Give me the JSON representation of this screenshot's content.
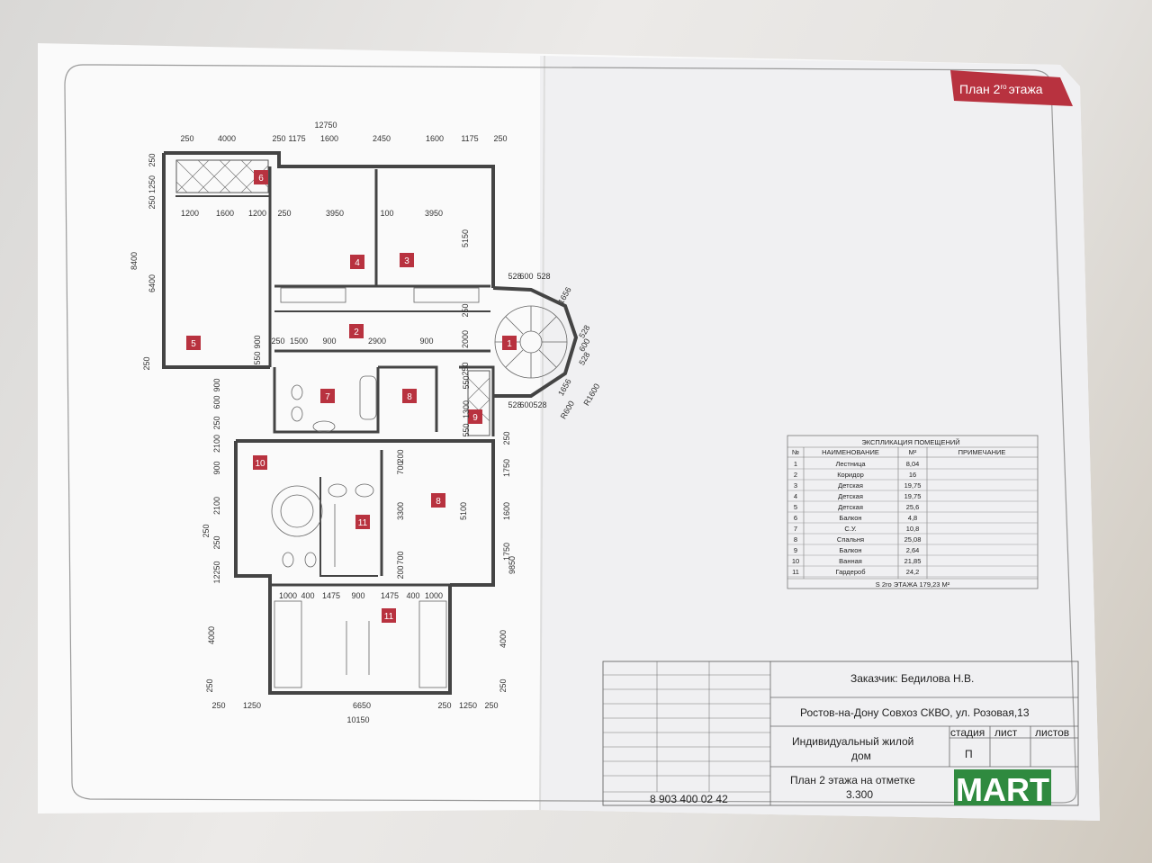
{
  "sheet": {
    "title": "План 2",
    "title_sup": "ro",
    "title_tail": "этажа"
  },
  "dimensions": {
    "top_total": "12750",
    "top_row": [
      "250",
      "4000",
      "250",
      "1175",
      "1600",
      "2450",
      "1600",
      "1175",
      "250"
    ],
    "row2": [
      "1200",
      "1600",
      "1200",
      "250",
      "3950",
      "100",
      "3950"
    ],
    "left_v": [
      "250",
      "1250",
      "250",
      "8400",
      "6400",
      "250"
    ],
    "corridor": [
      "250",
      "1500",
      "900",
      "2900",
      "900"
    ],
    "misc_v": [
      "5150",
      "250",
      "2000",
      "250",
      "550",
      "900"
    ],
    "stair": [
      "528",
      "600",
      "528",
      "1656",
      "528",
      "600",
      "528",
      "1656",
      "R1600",
      "R600",
      "528",
      "600",
      "528"
    ],
    "mid": [
      "900",
      "600",
      "250",
      "2100",
      "900",
      "2100",
      "250",
      "12250",
      "250",
      "200",
      "700",
      "3300",
      "700",
      "200",
      "5100",
      "1750",
      "1600",
      "1750",
      "9850",
      "250",
      "550",
      "550",
      "1300"
    ],
    "lower_row": [
      "1000",
      "400",
      "1475",
      "900",
      "1475",
      "400",
      "1000"
    ],
    "lower_v": [
      "4000",
      "4000",
      "250",
      "250"
    ],
    "bottom_row": [
      "250",
      "1250",
      "6650",
      "250",
      "1250",
      "250"
    ],
    "bottom_total": "10150"
  },
  "rooms": [
    {
      "n": "1"
    },
    {
      "n": "2"
    },
    {
      "n": "3"
    },
    {
      "n": "4"
    },
    {
      "n": "5"
    },
    {
      "n": "6"
    },
    {
      "n": "7"
    },
    {
      "n": "8"
    },
    {
      "n": "9"
    },
    {
      "n": "10"
    },
    {
      "n": "8"
    },
    {
      "n": "11"
    },
    {
      "n": "11"
    }
  ],
  "explication": {
    "title": "ЭКСПЛИКАЦИЯ ПОМЕЩЕНИЙ",
    "headers": [
      "№",
      "НАИМЕНОВАНИЕ",
      "М²",
      "ПРИМЕЧАНИЕ"
    ],
    "rows": [
      [
        "1",
        "Лестница",
        "8,04",
        ""
      ],
      [
        "2",
        "Коридор",
        "16",
        ""
      ],
      [
        "3",
        "Детская",
        "19,75",
        ""
      ],
      [
        "4",
        "Детская",
        "19,75",
        ""
      ],
      [
        "5",
        "Детская",
        "25,6",
        ""
      ],
      [
        "6",
        "Балкон",
        "4,8",
        ""
      ],
      [
        "7",
        "С.У.",
        "10,8",
        ""
      ],
      [
        "8",
        "Спальня",
        "25,08",
        ""
      ],
      [
        "9",
        "Балкон",
        "2,64",
        ""
      ],
      [
        "10",
        "Ванная",
        "21,85",
        ""
      ],
      [
        "11",
        "Гардероб",
        "24,2",
        ""
      ]
    ],
    "total": "S 2ro ЭТАЖА  179,23 М²"
  },
  "title_block": {
    "customer": "Заказчик: Бедилова Н.В.",
    "address": "Ростов-на-Дону  Совхоз СКВО, ул. Розовая,13",
    "object_line1": "Индивидуальный жилой",
    "object_line2": "дом",
    "stage_h": "стадия",
    "sheet_h": "лист",
    "sheets_h": "листов",
    "stage_v": "П",
    "plan_line1": "План 2 этажа на отметке",
    "plan_line2": "3.300",
    "logo": "MART",
    "phone": "8 903 400 02 42"
  },
  "colors": {
    "accent": "#b8323f",
    "wall": "#444444",
    "logo": "#2f8a3f"
  }
}
